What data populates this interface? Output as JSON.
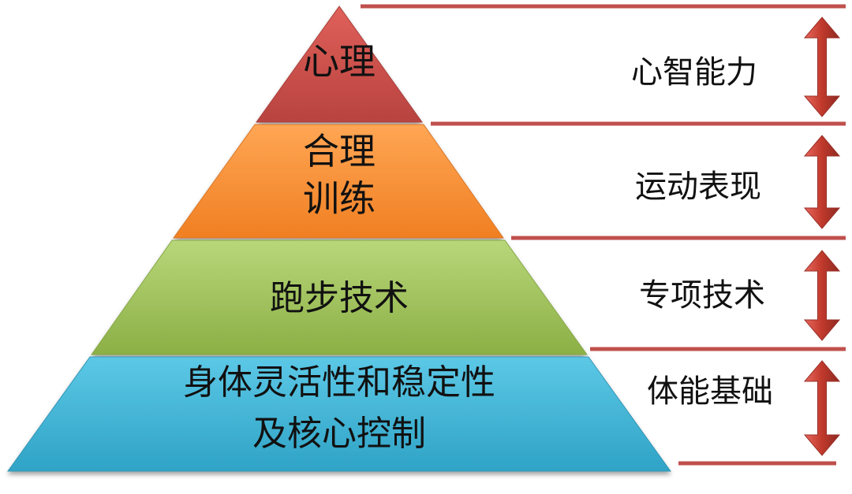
{
  "pyramid": {
    "tiers": [
      {
        "lines": [
          "心理"
        ],
        "color": "#c0504d"
      },
      {
        "lines": [
          "合理",
          "训练"
        ],
        "color": "#f79646"
      },
      {
        "lines": [
          "跑步技术"
        ],
        "color": "#9bbb59"
      },
      {
        "lines": [
          "身体灵活性和稳定性",
          "及核心控制"
        ],
        "color": "#4bacc6"
      }
    ]
  },
  "side_levels": [
    {
      "label": "心智能力"
    },
    {
      "label": "运动表现"
    },
    {
      "label": "专项技术"
    },
    {
      "label": "体能基础"
    }
  ],
  "colors": {
    "divider": "#c0504d",
    "arrow": "#c0504d"
  }
}
